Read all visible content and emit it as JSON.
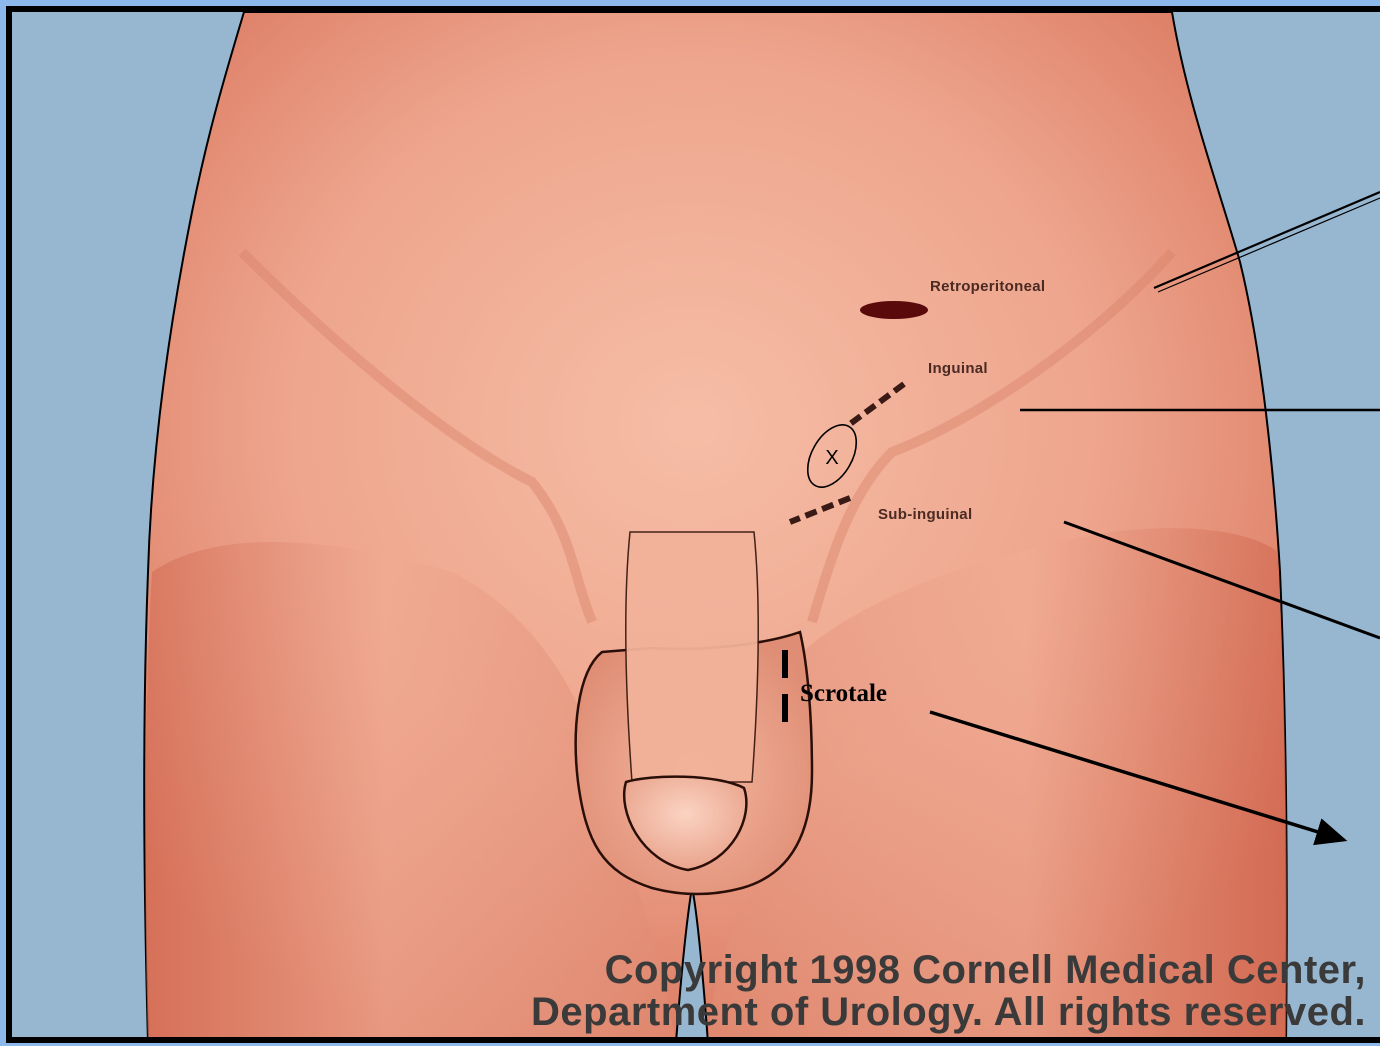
{
  "labels": {
    "retroperitoneal": "Retroperitoneal",
    "inguinal": "Inguinal",
    "sub_inguinal": "Sub-inguinal",
    "scrotale": "Scrotale"
  },
  "marker": "X",
  "copyright": {
    "line1": "Copyright 1998 Cornell Medical Center,",
    "line2": "Department of Urology.  All rights reserved."
  },
  "colors": {
    "background": "#97b6d0",
    "skin": "#efa68f",
    "skin_shadow": "#d97a62",
    "outline": "#000000",
    "incision": "#5a0a0a"
  }
}
